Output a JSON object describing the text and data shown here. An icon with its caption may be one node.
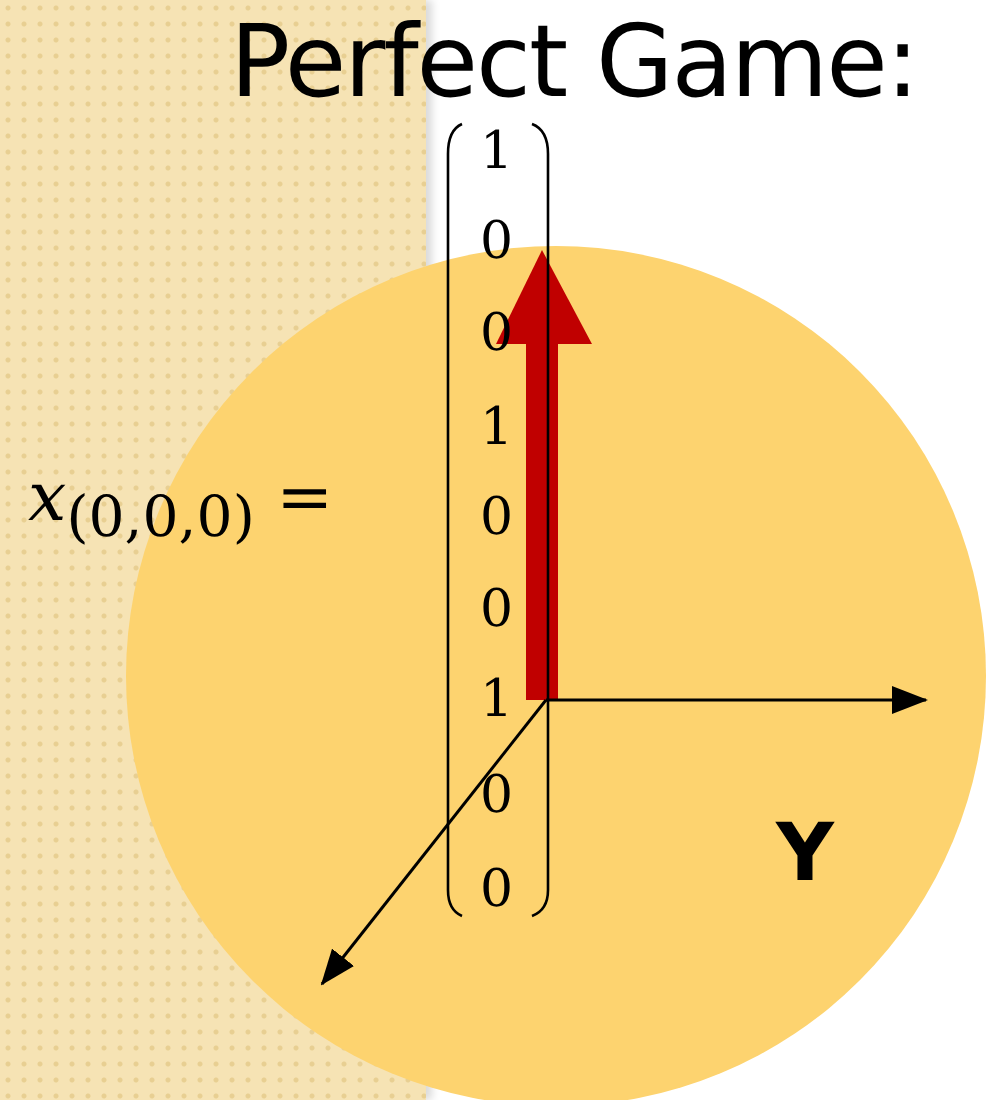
{
  "diagram": {
    "title": "Perfect Game:",
    "labels": [
      "*x*$_{(0,0,0)}$ =",
      "1",
      "0",
      "0",
      "1",
      "0",
      "0",
      "1",
      "0",
      "0",
      "Y"
    ]
  }
}
